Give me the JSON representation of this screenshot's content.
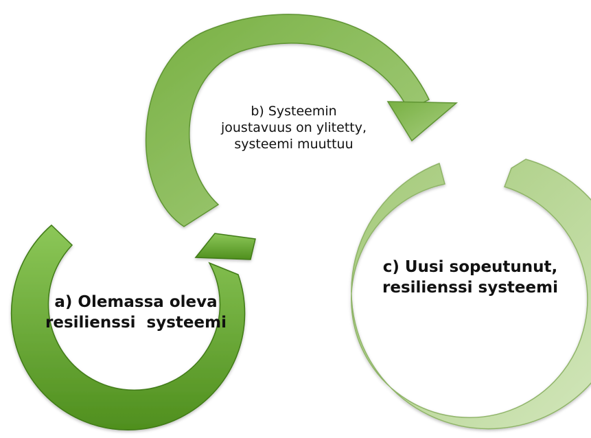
{
  "labels": {
    "a": {
      "line1": "a) Olemassa oleva",
      "line2": "resilienssi  systeemi"
    },
    "b": {
      "line1": "b) Systeemin",
      "line2": "joustavuus on ylitetty,",
      "line3": "systeemi muuttuu"
    },
    "c": {
      "line1": "c) Uusi sopeutunut,",
      "line2": "resilienssi systeemi"
    }
  },
  "colors": {
    "arrow_a": "#5e9e2a",
    "arrow_b": "#86b84e",
    "arrow_c": "#b7d592",
    "text": "#111111"
  }
}
